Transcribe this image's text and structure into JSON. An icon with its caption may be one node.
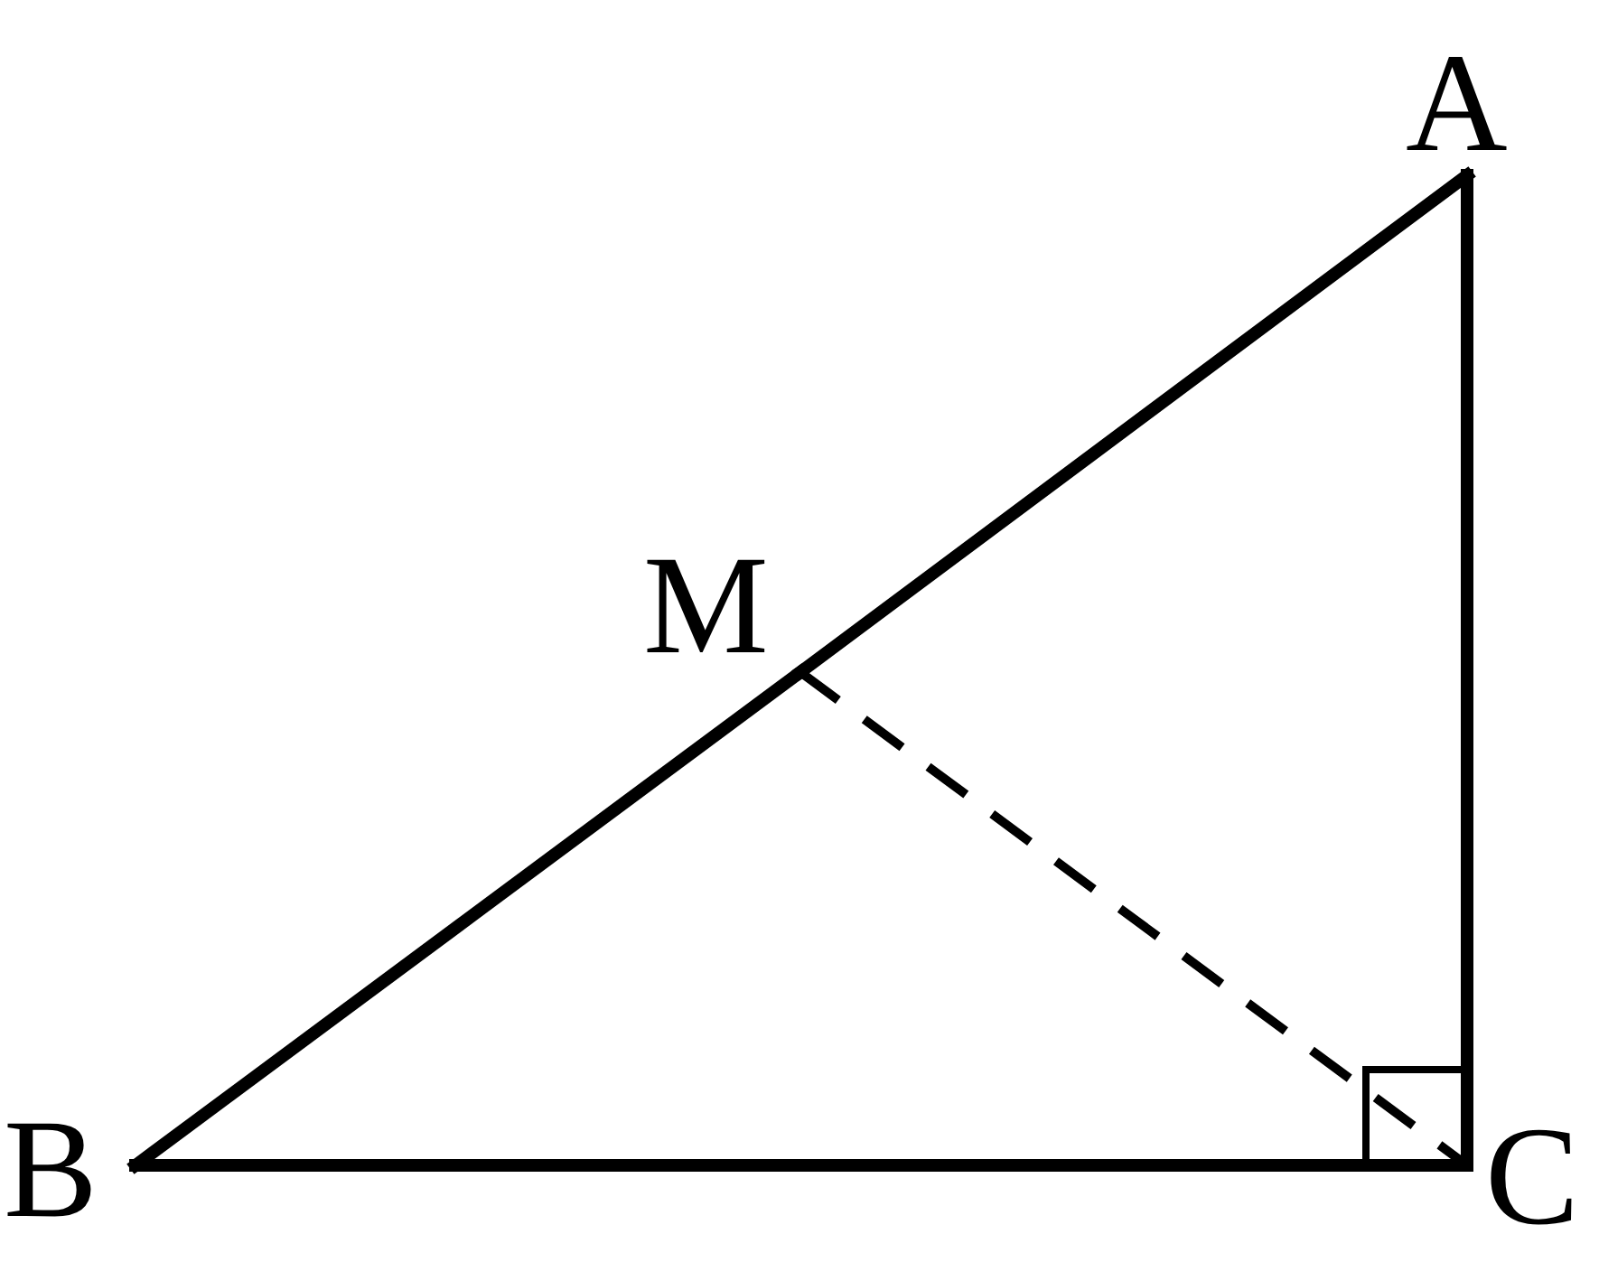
{
  "diagram": {
    "nodes": [
      {
        "text": [
          "A"
        ]
      },
      {
        "text": [
          "M"
        ]
      },
      {
        "text": [
          "B"
        ]
      },
      {
        "text": [
          "C"
        ]
      }
    ],
    "edges": [
      {
        "from": 2,
        "to": 1,
        "arrow": "none"
      },
      {
        "from": 1,
        "to": 0,
        "arrow": "none"
      },
      {
        "from": 0,
        "to": 3,
        "arrow": "none"
      },
      {
        "from": 3,
        "to": 2,
        "arrow": "none"
      },
      {
        "from": 1,
        "to": 3,
        "arrow": "none",
        "style": "dashed"
      }
    ]
  }
}
